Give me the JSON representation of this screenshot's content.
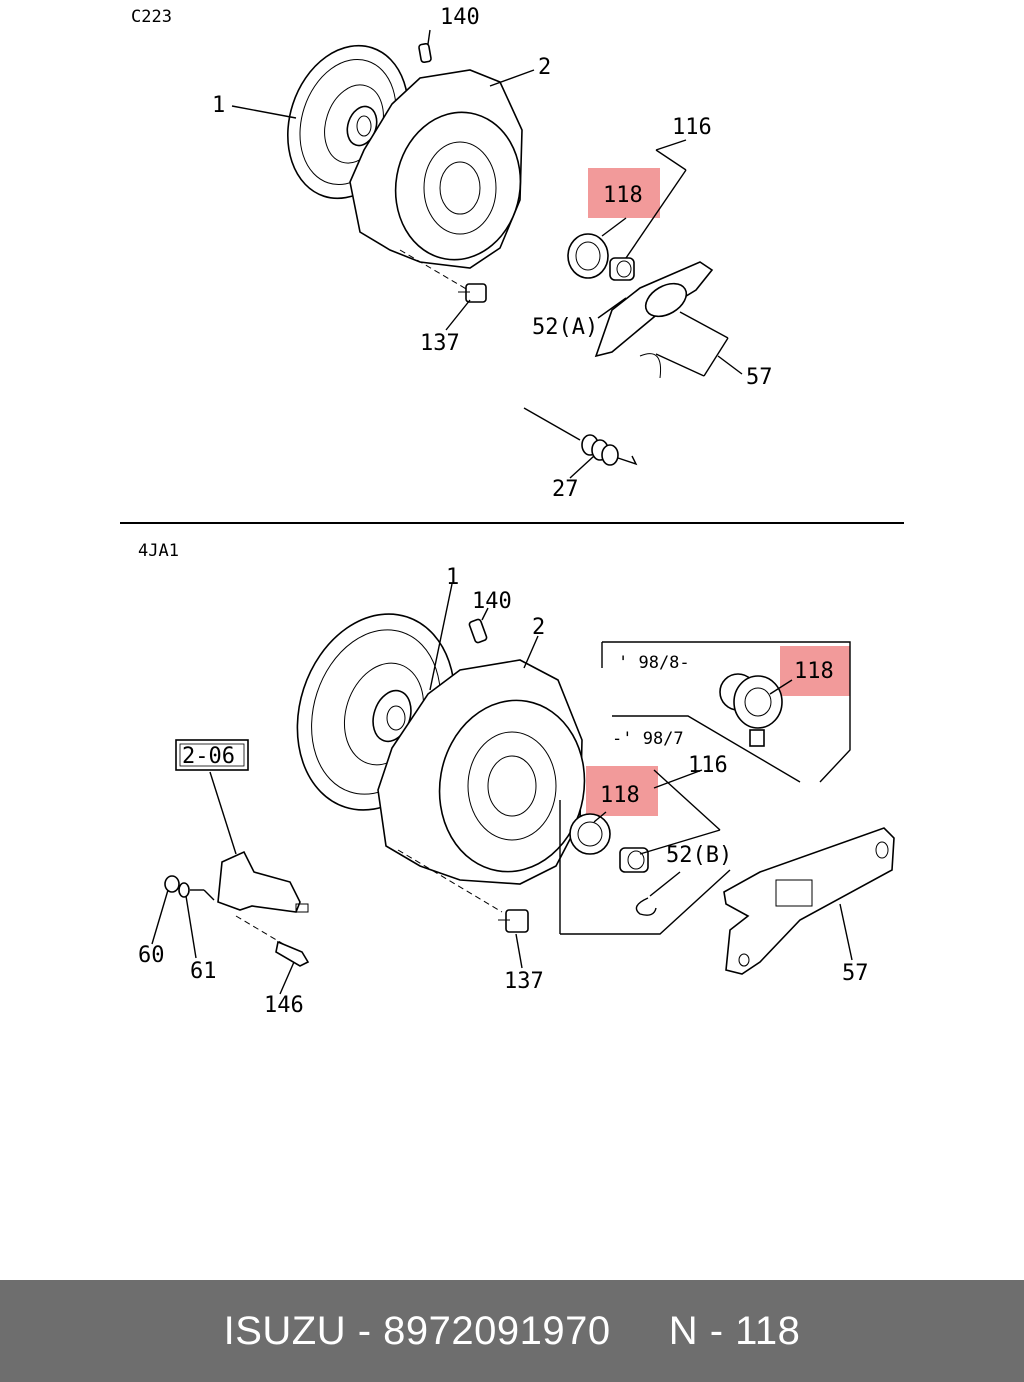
{
  "sections": {
    "top_code": "C223",
    "bottom_code": "4JA1"
  },
  "highlight_color": "#f29a9a",
  "top_labels": {
    "l140": "140",
    "l2": "2",
    "l1": "1",
    "l116": "116",
    "l118": "118",
    "l52a": "52(A)",
    "l137": "137",
    "l57": "57",
    "l27": "27"
  },
  "bottom_labels": {
    "l1": "1",
    "l140": "140",
    "l2": "2",
    "l98_new": "' 98/8-",
    "l118_a": "118",
    "l98_old": "-' 98/7",
    "l116": "116",
    "l118_b": "118",
    "l52b": "52(B)",
    "ref_box": "2-06",
    "l60": "60",
    "l61": "61",
    "l146": "146",
    "l137": "137",
    "l57": "57"
  },
  "footer": {
    "brand": "ISUZU",
    "separator": " - ",
    "part_number": "8972091970",
    "suffix": "N - 118"
  }
}
